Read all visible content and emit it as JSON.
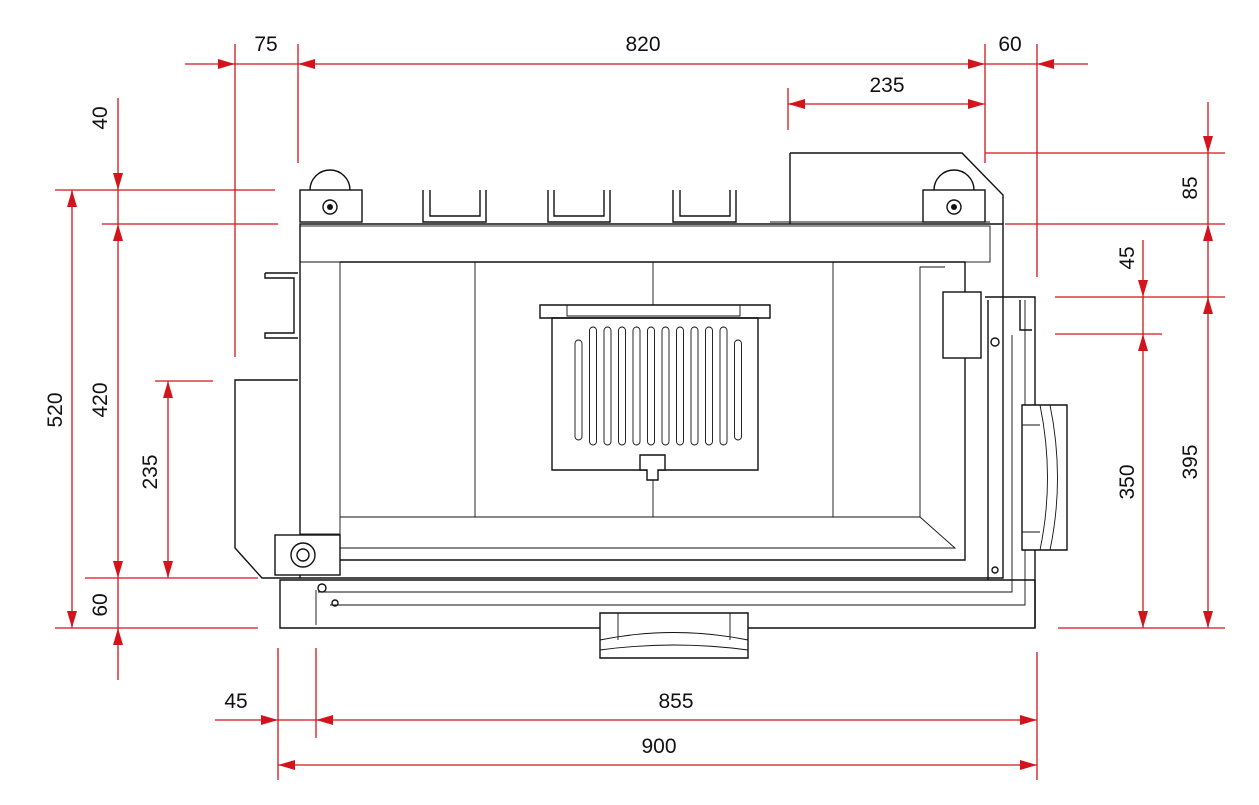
{
  "drawing": {
    "type": "fireplace insert plan view",
    "colors": {
      "dimension": "#d4141c",
      "outline": "#111111",
      "hatch": "#aaaaaa"
    },
    "top_dimensions": {
      "left_offset": "75",
      "width": "820",
      "right_offset": "60",
      "right_section": "235"
    },
    "left_dimensions": {
      "top_gap": "40",
      "depth_inner": "420",
      "depth_total": "520",
      "side_opening": "235",
      "bottom_gap": "60"
    },
    "right_dimensions": {
      "step": "85",
      "door_offset": "45",
      "door_depth": "350",
      "door_total": "395"
    },
    "bottom_dimensions": {
      "frame": "45",
      "inner_width": "855",
      "total_width": "900"
    }
  }
}
